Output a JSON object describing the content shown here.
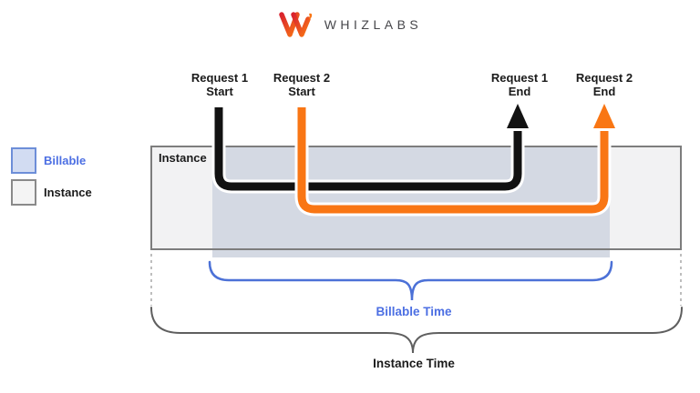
{
  "logo": {
    "brand": "WHIZLABS",
    "icon": "whizlabs-w-mark"
  },
  "legend": {
    "billable_label": "Billable",
    "instance_label": "Instance"
  },
  "diagram": {
    "instance_box_label": "Instance",
    "request1_start": {
      "line1": "Request 1",
      "line2": "Start"
    },
    "request2_start": {
      "line1": "Request 2",
      "line2": "Start"
    },
    "request1_end": {
      "line1": "Request 1",
      "line2": "End"
    },
    "request2_end": {
      "line1": "Request 2",
      "line2": "End"
    },
    "billable_time_label": "Billable Time",
    "instance_time_label": "Instance Time"
  },
  "colors": {
    "orange": "#F97614",
    "black_line": "#121212",
    "blue_accent": "#4C6FE3",
    "blue_brace": "#4C71D7",
    "billable_fill": "#D4D9E3",
    "billable_swatch": "#D2DCF2",
    "billable_swatch_border": "#6D8ED8",
    "instance_fill": "#F2F2F3",
    "instance_border": "#7D7D7D",
    "brace_gray": "#5F5F5F",
    "dash_gray": "#ADADAD",
    "text_dark": "#1B1B1B",
    "logo_text": "#47474B"
  }
}
